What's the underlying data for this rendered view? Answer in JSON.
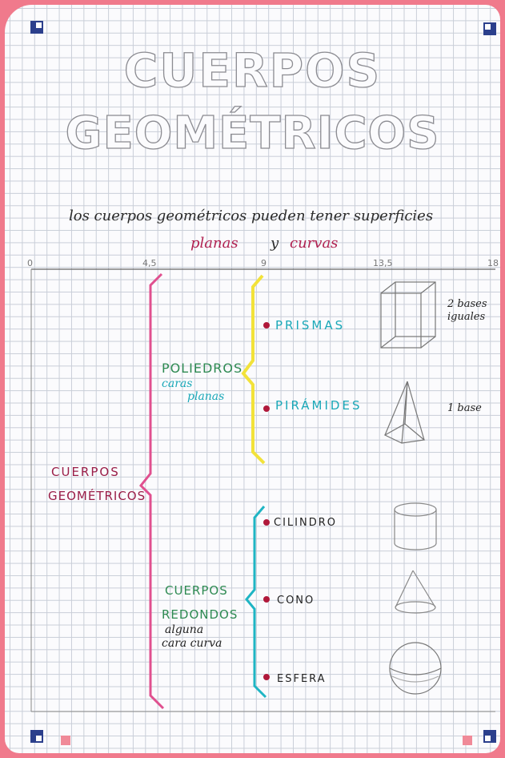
{
  "title": {
    "line1": "CUERPOS",
    "line2": "GEOMÉTRICOS"
  },
  "intro": {
    "text": "los cuerpos geométricos pueden tener superficies",
    "planas": "planas",
    "y": "y",
    "curvas": "curvas"
  },
  "axis": {
    "ticks": [
      "0",
      "4,5",
      "9",
      "13,5",
      "18"
    ]
  },
  "root": {
    "line1": "CUERPOS",
    "line2": "GEOMÉTRICOS"
  },
  "poliedros": {
    "label": "POLIEDROS",
    "sub1": "caras",
    "sub2": "planas"
  },
  "redondos": {
    "line1": "CUERPOS",
    "line2": "REDONDOS",
    "sub1": "alguna",
    "sub2": "cara curva"
  },
  "items": {
    "prismas": "PRISMAS",
    "piramides": "PIRÁMIDES",
    "cilindro": "CILINDRO",
    "cono": "CONO",
    "esfera": "ESFERA"
  },
  "notes": {
    "prisma1": "2 bases",
    "prisma2": "iguales",
    "piramide": "1 base"
  },
  "colors": {
    "page": "#f07a8c",
    "pink_brace": "#e0508f",
    "yellow_brace": "#f2e23a",
    "cyan_brace": "#1fb5c4",
    "dot": "#b0183a"
  }
}
